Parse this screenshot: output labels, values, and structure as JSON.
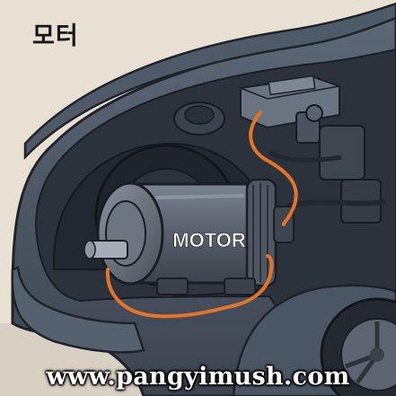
{
  "caption": {
    "title": "모터"
  },
  "motor": {
    "label": "MOTOR"
  },
  "watermark": {
    "text": "www.pangyimush.com"
  },
  "colors": {
    "background": "#e8e0d3",
    "car_body": "#4a5563",
    "engine_bay": "#2b323c",
    "motor_body": "#5b6370",
    "wire": "#e3742a"
  }
}
